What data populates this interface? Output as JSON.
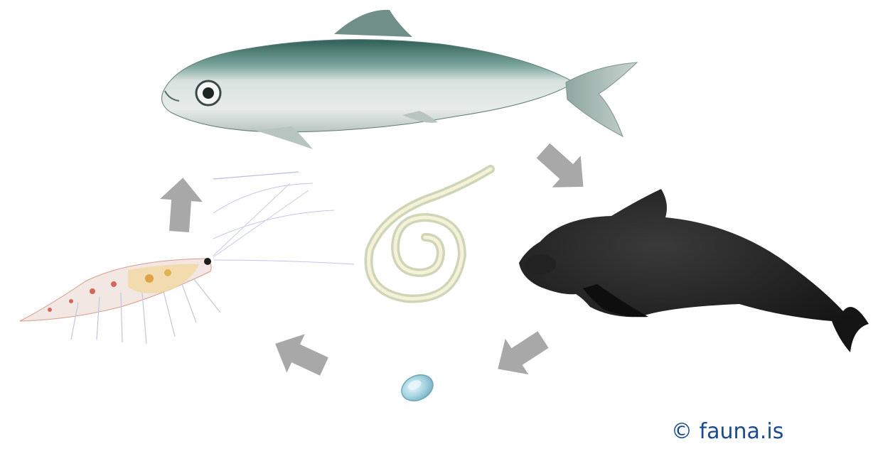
{
  "diagram": {
    "nodes": [
      {
        "id": "herring",
        "kind": "fish",
        "icon": "herring-illustration"
      },
      {
        "id": "pilot-whale",
        "kind": "whale",
        "icon": "pilot-whale-illustration"
      },
      {
        "id": "egg",
        "kind": "egg",
        "icon": "parasite-egg-illustration"
      },
      {
        "id": "krill",
        "kind": "crustacean",
        "icon": "krill-illustration"
      },
      {
        "id": "larva",
        "kind": "worm",
        "icon": "coiled-larva-illustration"
      }
    ],
    "edges": [
      {
        "from": "herring",
        "to": "pilot-whale"
      },
      {
        "from": "pilot-whale",
        "to": "egg"
      },
      {
        "from": "egg",
        "to": "krill"
      },
      {
        "from": "krill",
        "to": "herring"
      }
    ],
    "arrow_color": "#a8a8a8"
  },
  "credit": {
    "text": "© fauna.is",
    "color": "#1a4a8f"
  }
}
